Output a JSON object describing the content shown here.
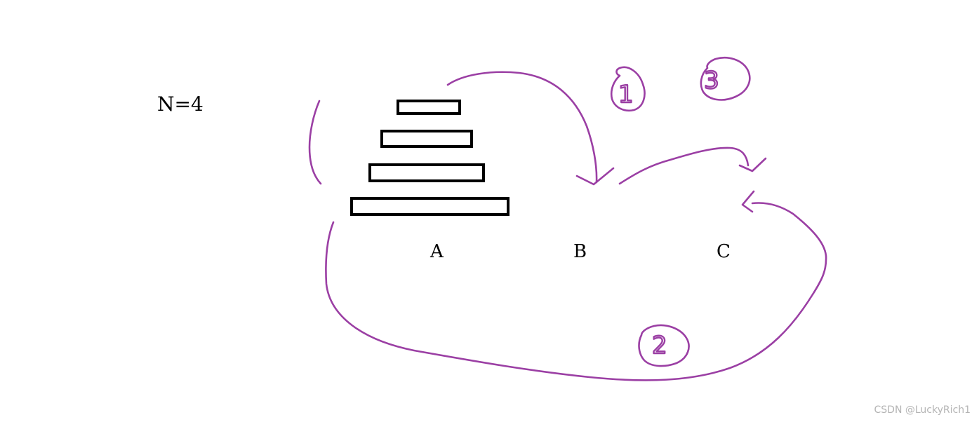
{
  "n_label": "N=4",
  "pegs": [
    "A",
    "B",
    "C"
  ],
  "disk_count": 4,
  "steps": [
    "1",
    "2",
    "3"
  ],
  "watermark": "CSDN @LuckyRich1",
  "colors": {
    "annotation": "#9b3fa4",
    "disk_outline": "#000000",
    "background": "#ffffff"
  }
}
